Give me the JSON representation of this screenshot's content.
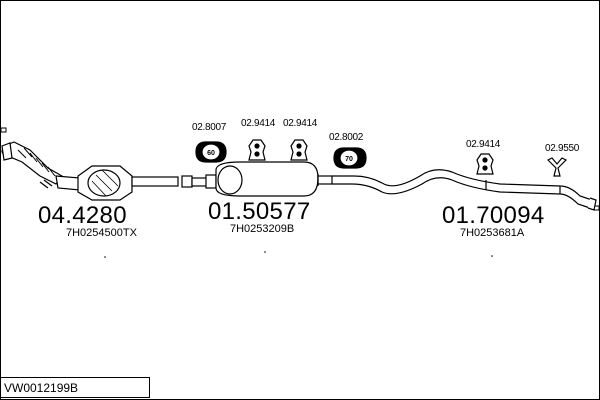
{
  "diagram_code": "VW0012199B",
  "main_parts": [
    {
      "number": "04.4280",
      "oem": "7H0254500TX"
    },
    {
      "number": "01.50577",
      "oem": "7H0253209B"
    },
    {
      "number": "01.70094",
      "oem": "7H0253681A"
    }
  ],
  "accessories": [
    {
      "number": "02.8007",
      "badge": "60"
    },
    {
      "number": "02.9414"
    },
    {
      "number": "02.9414"
    },
    {
      "number": "02.8002",
      "badge": "70"
    },
    {
      "number": "02.9414"
    },
    {
      "number": "02.9550"
    }
  ]
}
